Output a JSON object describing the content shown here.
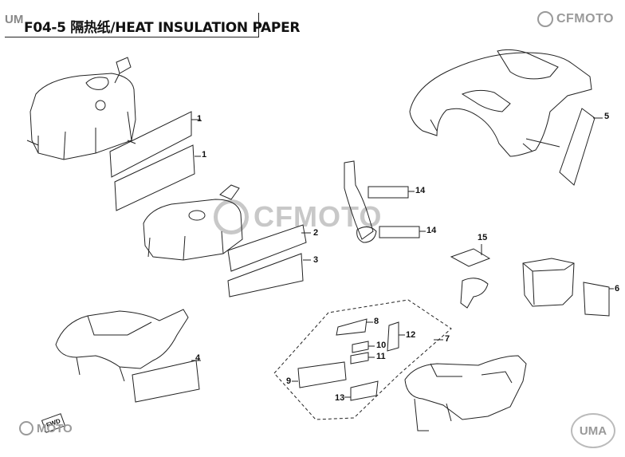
{
  "header": {
    "brand_prefix": "UM",
    "title": "F04-5 隔热纸/HEAT INSULATION PAPER"
  },
  "logos": {
    "top_right": "CFMOTO",
    "bottom_left": "MOTO",
    "watermark": "CFMOTO",
    "bottom_right": "UMA"
  },
  "fwd_label": "FWD",
  "callouts": [
    "1",
    "1",
    "2",
    "3",
    "4",
    "5",
    "6",
    "7",
    "8",
    "9",
    "10",
    "11",
    "12",
    "13",
    "14",
    "14",
    "15"
  ],
  "colors": {
    "line": "#222222",
    "logo_gray": "#9a9a9a",
    "watermark_gray": "#c8c8c8"
  }
}
